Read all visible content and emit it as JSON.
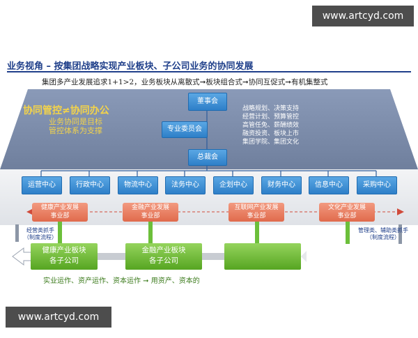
{
  "watermark_top": "www.artcyd.com",
  "watermark_bottom": "www.artcyd.com",
  "title": "业务视角 – 按集团战略实现产业板块、子公司业务的协同发展",
  "subtitle": "集团多产业发展追求1+1>2，业务板块从离散式➞板块组合式➞协同互促式➞有机集整式",
  "control": {
    "title": "协同管控≠协同办公",
    "line1": "业务协同是目标",
    "line2": "管控体系为支撑"
  },
  "board": "董事会",
  "committee": "专业委员会",
  "president": "总裁会",
  "functions": [
    "战略规划、决策支持",
    "经营计划、预算管控",
    "高管任免、薪酬绩效",
    "融资投资、板块上市",
    "集团学院、集团文化"
  ],
  "departments": [
    "运营中心",
    "行政中心",
    "物流中心",
    "法务中心",
    "企划中心",
    "财务中心",
    "信息中心",
    "采购中心"
  ],
  "business_units": [
    {
      "line1": "健康产业发展",
      "line2": "事业部"
    },
    {
      "line1": "金融产业发展",
      "line2": "事业部"
    },
    {
      "line1": "互联网产业发展",
      "line2": "事业部"
    },
    {
      "line1": "文化产业发展",
      "line2": "事业部"
    }
  ],
  "left_note": {
    "line1": "经营类抓手",
    "line2": "（制度流程）"
  },
  "right_note": {
    "line1": "管理类、辅助类抓手",
    "line2": "（制度流程）"
  },
  "segments": [
    {
      "line1": "健康产业板块",
      "line2": "各子公司"
    },
    {
      "line1": "金融产业板块",
      "line2": "各子公司"
    },
    {
      "line1": "",
      "line2": ""
    }
  ],
  "footer": "实业运作、资产运作、资本运作 ➞ 用资产、资本的",
  "colors": {
    "band": "#7f8fad",
    "dept_blue": "#3a8fd8",
    "title_blue": "#1f3f8a",
    "bu_salmon": "#e9785a",
    "segment_green": "#6cbf3a",
    "gold_text": "#f3d34a"
  }
}
